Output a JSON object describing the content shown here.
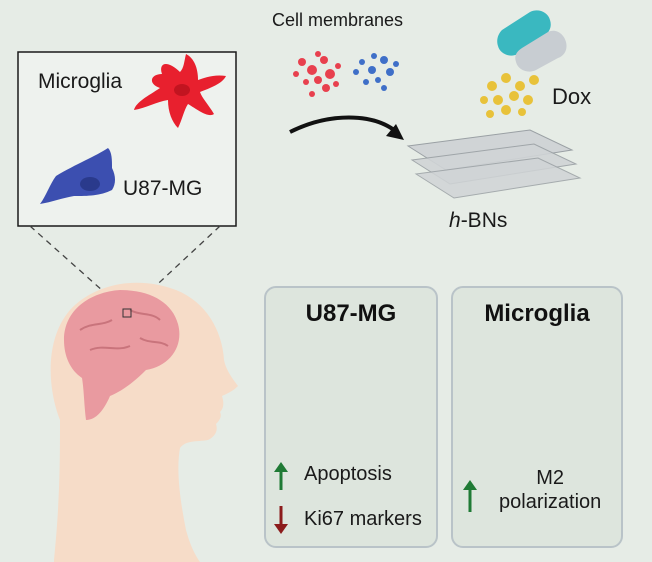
{
  "labels": {
    "cell_membranes": "Cell membranes",
    "dox": "Dox",
    "hbn_prefix": "h",
    "hbn_suffix": "-BNs",
    "inset_microglia": "Microglia",
    "inset_u87": "U87-MG"
  },
  "cards": {
    "u87": {
      "title": "U87-MG",
      "effects": [
        {
          "text": "Apoptosis",
          "direction": "up"
        },
        {
          "text": "Ki67 markers",
          "direction": "down"
        }
      ]
    },
    "microglia": {
      "title": "Microglia",
      "effect_line1": "M2",
      "effect_line2": "polarization",
      "effect_direction": "up"
    }
  },
  "colors": {
    "background": "#e6ece6",
    "microglia_red": "#e8202e",
    "u87_blue": "#3c4fb0",
    "up_arrow": "#1f7a35",
    "down_arrow": "#8c1c1c",
    "dox_yellow": "#e8c23a",
    "capsule_teal": "#3ab8c0",
    "brain_pink": "#e99aa0",
    "skin": "#f6dcc8"
  }
}
